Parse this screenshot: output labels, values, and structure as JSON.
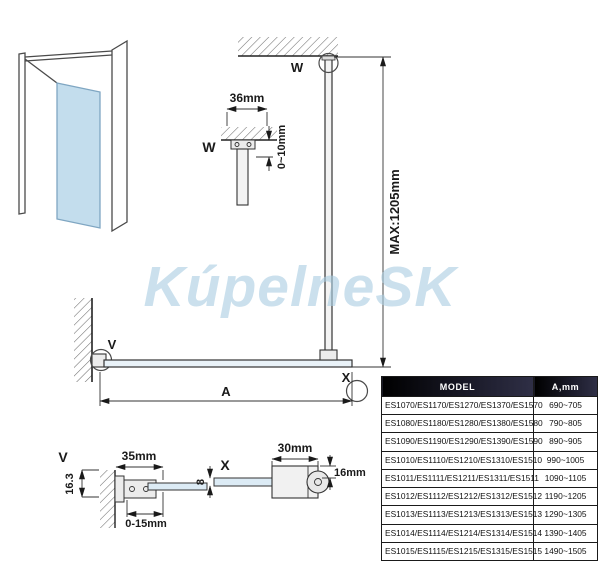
{
  "watermark": "KúpelneSK",
  "labels": {
    "w": "W",
    "v": "V",
    "x": "X",
    "a": "A"
  },
  "dims": {
    "max_height": "MAX:1205mm",
    "ceiling_offset": "36mm",
    "ceiling_gap": "0~10mm",
    "wall_profile_depth": "16.3",
    "wall_profile_width": "35mm",
    "wall_adjust_range": "0-15mm",
    "glass_thickness": "8",
    "clamp_width": "30mm",
    "clamp_offset": "16mm"
  },
  "table": {
    "headers": {
      "model": "MODEL",
      "a": "A,mm"
    },
    "rows": [
      {
        "model": "ES1070/ES1170/ES1270/ES1370/ES1570",
        "a": "690~705"
      },
      {
        "model": "ES1080/ES1180/ES1280/ES1380/ES1580",
        "a": "790~805"
      },
      {
        "model": "ES1090/ES1190/ES1290/ES1390/ES1590",
        "a": "890~905"
      },
      {
        "model": "ES1010/ES1110/ES1210/ES1310/ES1510",
        "a": "990~1005"
      },
      {
        "model": "ES1011/ES1111/ES1211/ES1311/ES1511",
        "a": "1090~1105"
      },
      {
        "model": "ES1012/ES1112/ES1212/ES1312/ES1512",
        "a": "1190~1205"
      },
      {
        "model": "ES1013/ES1113/ES1213/ES1313/ES1513",
        "a": "1290~1305"
      },
      {
        "model": "ES1014/ES1114/ES1214/ES1314/ES1514",
        "a": "1390~1405"
      },
      {
        "model": "ES1015/ES1115/ES1215/ES1315/ES1515",
        "a": "1490~1505"
      }
    ]
  },
  "colors": {
    "glass": "#b9d7ea",
    "line": "#2a2a2a",
    "table_header_bg": "#16161f",
    "watermark": "#a9cde2"
  }
}
